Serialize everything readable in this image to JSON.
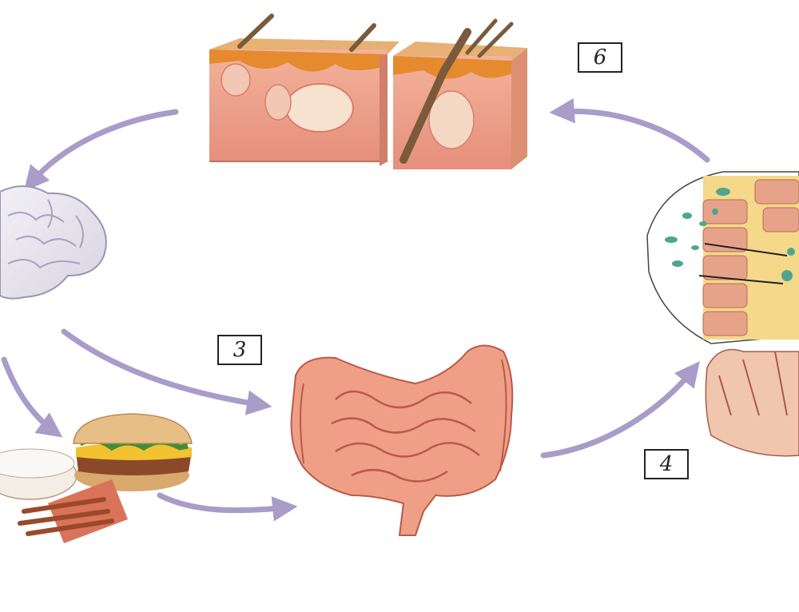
{
  "steps": {
    "step_3": "3",
    "step_4": "4",
    "step_6": "6"
  },
  "colors": {
    "arrow": "#a99cc9",
    "skin": "#f0a48a",
    "skin_top": "#e8a158",
    "brain": "#e9e6ef",
    "intestine": "#ef9f86",
    "villi_cell": "#e6a38a",
    "bacteria": "#4fa58f"
  },
  "icons": {
    "skin": "skin-cross-section-icon",
    "brain": "brain-icon",
    "food": "junk-food-icon",
    "intestine": "intestine-icon",
    "gut_wall": "gut-wall-villi-icon"
  }
}
